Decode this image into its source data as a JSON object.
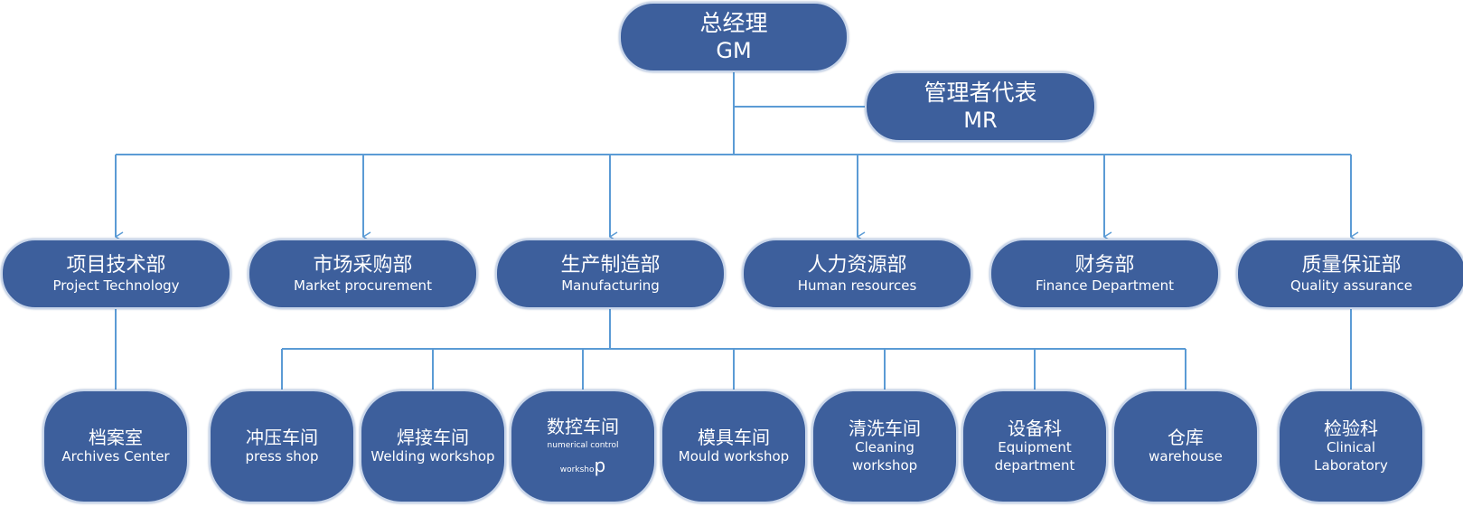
{
  "colors": {
    "node_fill": "#3d5f9c",
    "node_border": "#c9d6ea",
    "connector": "#5b9bd5",
    "text": "#ffffff"
  },
  "top": {
    "gm": {
      "zh": "总经理",
      "en": "GM"
    },
    "mr": {
      "zh": "管理者代表",
      "en": "MR"
    }
  },
  "departments": [
    {
      "zh": "项目技术部",
      "en": "Project Technology"
    },
    {
      "zh": "市场采购部",
      "en": "Market procurement"
    },
    {
      "zh": "生产制造部",
      "en": "Manufacturing"
    },
    {
      "zh": "人力资源部",
      "en": "Human resources"
    },
    {
      "zh": "财务部",
      "en": "Finance Department"
    },
    {
      "zh": "质量保证部",
      "en": "Quality assurance"
    }
  ],
  "units": {
    "archives": {
      "zh": "档案室",
      "en": "Archives Center"
    },
    "press": {
      "zh": "冲压车间",
      "en": "press shop"
    },
    "welding": {
      "zh": "焊接车间",
      "en": "Welding workshop"
    },
    "cnc": {
      "zh": "数控车间",
      "en_line1": "numerical control",
      "en_line2a": "worksho",
      "en_line2b": "p"
    },
    "mould": {
      "zh": "模具车间",
      "en": "Mould workshop"
    },
    "cleaning": {
      "zh": "清洗车间",
      "en": "Cleaning workshop"
    },
    "equipment": {
      "zh": "设备科",
      "en": "Equipment department"
    },
    "warehouse": {
      "zh": "仓库",
      "en": "warehouse"
    },
    "lab": {
      "zh": "检验科",
      "en": "Clinical Laboratory"
    }
  }
}
